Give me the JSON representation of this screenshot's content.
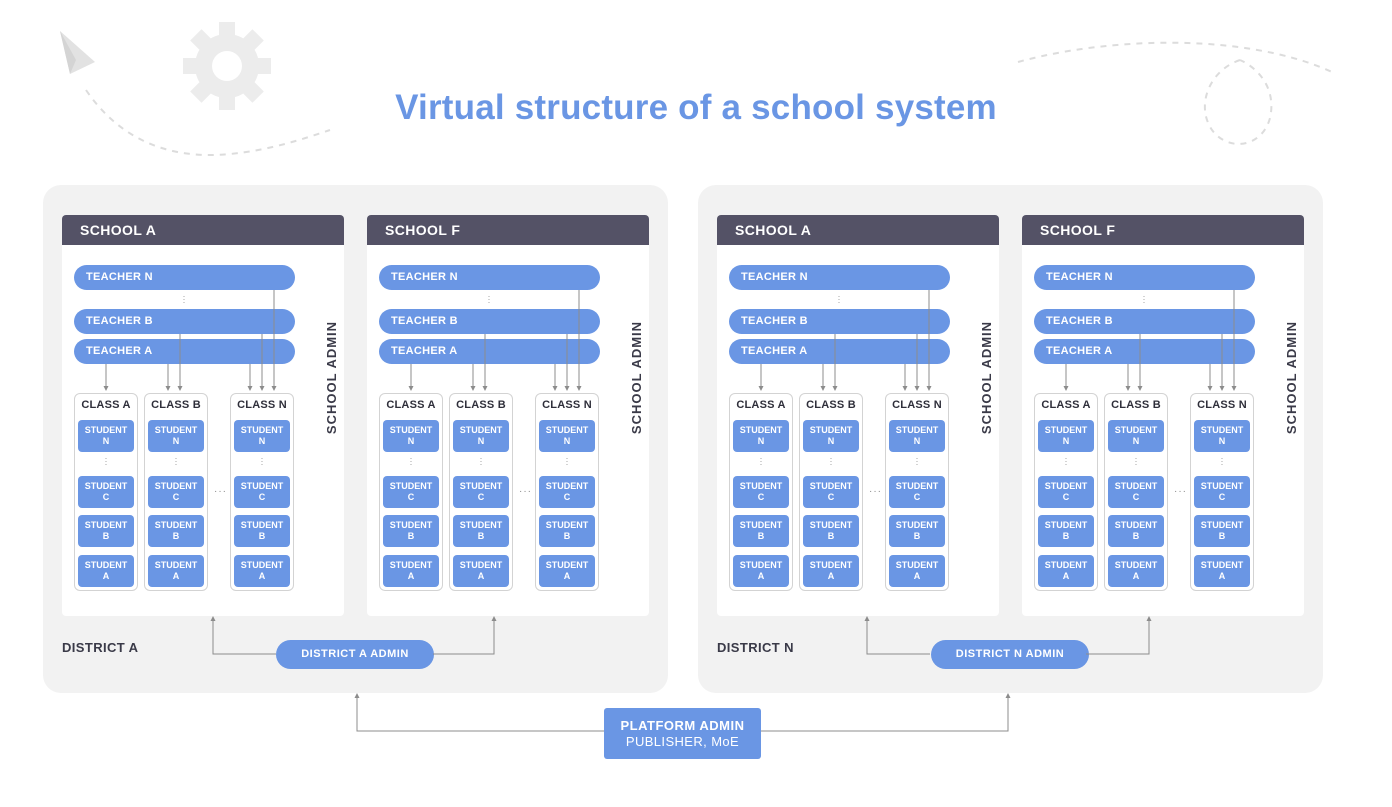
{
  "title": "Virtual structure of a school system",
  "colors": {
    "accent": "#6a96e4",
    "header": "#545266",
    "panel": "#f2f2f2",
    "line": "#8c8c8c"
  },
  "districts": [
    {
      "label": "DISTRICT A",
      "admin": "DISTRICT A ADMIN",
      "schools": [
        {
          "name": "SCHOOL A"
        },
        {
          "name": "SCHOOL F"
        }
      ]
    },
    {
      "label": "DISTRICT N",
      "admin": "DISTRICT N ADMIN",
      "schools": [
        {
          "name": "SCHOOL A"
        },
        {
          "name": "SCHOOL F"
        }
      ]
    }
  ],
  "teachers": [
    "TEACHER N",
    "TEACHER B",
    "TEACHER A"
  ],
  "classes": [
    "CLASS A",
    "CLASS B",
    "CLASS N"
  ],
  "students": [
    "STUDENT N",
    "STUDENT C",
    "STUDENT B",
    "STUDENT A"
  ],
  "school_admin_label": "SCHOOL ADMIN",
  "platform_admin": {
    "line1": "PLATFORM ADMIN",
    "line2": "PUBLISHER, MoE"
  },
  "icons": [
    "paper-plane-icon",
    "gear-icon"
  ]
}
